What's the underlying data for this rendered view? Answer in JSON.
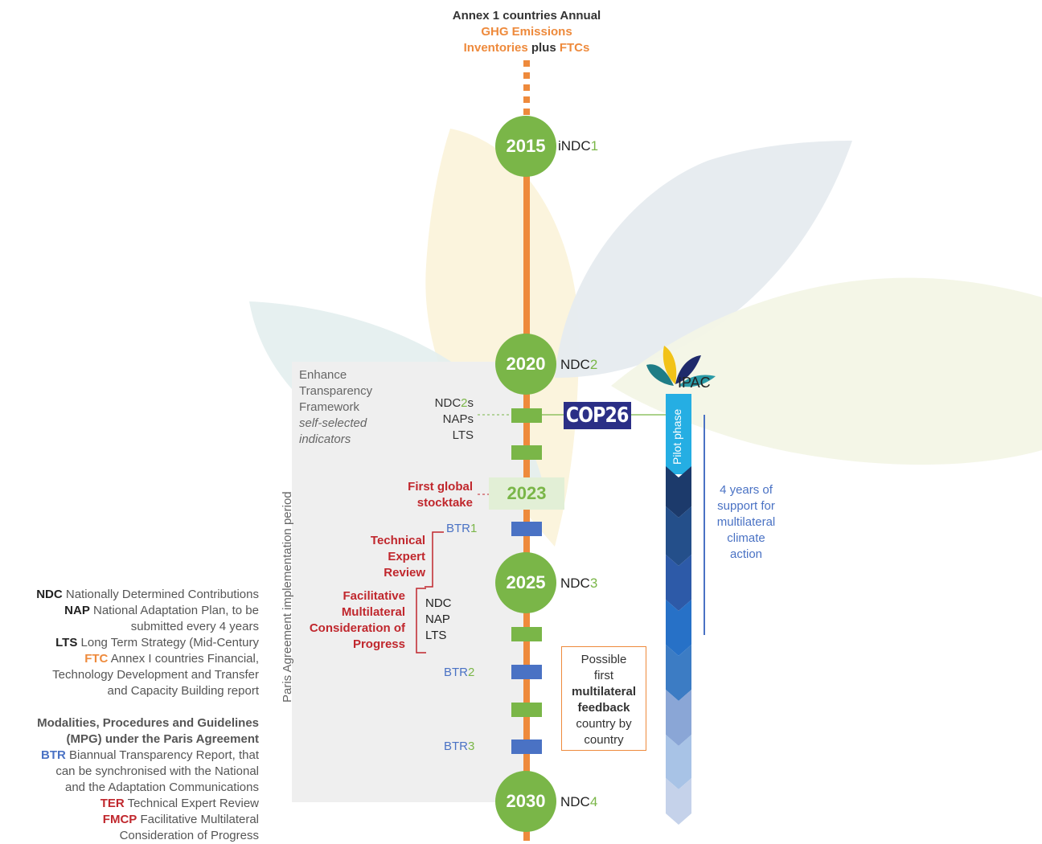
{
  "top": {
    "line1": "Annex 1 countries Annual",
    "line2": "GHG Emissions",
    "line3_a": "Inventories",
    "line3_b": "plus",
    "line3_c": "FTCs"
  },
  "years": {
    "y2015": "2015",
    "y2020": "2020",
    "y2023": "2023",
    "y2025": "2025",
    "y2030": "2030"
  },
  "ndc": {
    "n1_prefix": "iNDC",
    "n1_num": "1",
    "n2_prefix": "NDC",
    "n2_num": "2",
    "n3_prefix": "NDC",
    "n3_num": "3",
    "n4_prefix": "NDC",
    "n4_num": "4"
  },
  "etf": {
    "line1": "Enhance",
    "line2": "Transparency",
    "line3": "Framework",
    "line4": "self-selected",
    "line5": "indicators"
  },
  "submissions": {
    "ndc2s_prefix": "NDC",
    "ndc2s_num": "2",
    "ndc2s_suffix": "s",
    "naps": "NAPs",
    "lts": "LTS"
  },
  "cop26": "COP26",
  "gst": {
    "line1": "First global",
    "line2": "stocktake"
  },
  "btr": {
    "b1_prefix": "BTR",
    "b1_num": "1",
    "b2_prefix": "BTR",
    "b2_num": "2",
    "b3_prefix": "BTR",
    "b3_num": "3"
  },
  "ter": {
    "line1": "Technical",
    "line2": "Expert",
    "line3": "Review"
  },
  "fmcp": {
    "line1": "Facilitative",
    "line2": "Multilateral",
    "line3": "Consideration of",
    "line4": "Progress"
  },
  "bracket_list": {
    "a": "NDC",
    "b": "NAP",
    "c": "LTS"
  },
  "vertical_label": "Paris Agreement implementation period",
  "feedback": {
    "l1": "Possible",
    "l2": "first",
    "l3": "multilateral",
    "l4": "feedback",
    "l5": "country by",
    "l6": "country"
  },
  "ipac": {
    "label": "IPAC",
    "pilot": "Pilot phase"
  },
  "support": {
    "l1": "4 years of",
    "l2": "support for",
    "l3": "multilateral",
    "l4": "climate",
    "l5": "action"
  },
  "legend": {
    "ndc_key": "NDC",
    "ndc_val": "Nationally Determined Contributions",
    "nap_key": "NAP",
    "nap_val1": "National Adaptation Plan, to be",
    "nap_val2": "submitted every 4 years",
    "lts_key": "LTS",
    "lts_val": "Long Term Strategy (Mid-Century",
    "ftc_key": "FTC",
    "ftc_val1": "Annex I countries Financial,",
    "ftc_val2": "Technology Development and Transfer",
    "ftc_val3": "and Capacity Building report",
    "mpg1": "Modalities, Procedures and Guidelines",
    "mpg2": "(MPG) under the Paris Agreement",
    "btr_key": "BTR",
    "btr_val1": "Biannual Transparency Report, that",
    "btr_val2": "can be synchronised with the National",
    "btr_val3": "and the Adaptation Communications",
    "ter_key": "TER",
    "ter_val": "Technical Expert Review",
    "fmcp_key": "FMCP",
    "fmcp_val1": "Facilitative Multilateral",
    "fmcp_val2": "Consideration of Progress"
  },
  "colors": {
    "orange": "#ee8a3c",
    "green": "#7ab648",
    "red": "#c0272d",
    "blue": "#4a72c4",
    "navy": "#2b3a8c"
  }
}
